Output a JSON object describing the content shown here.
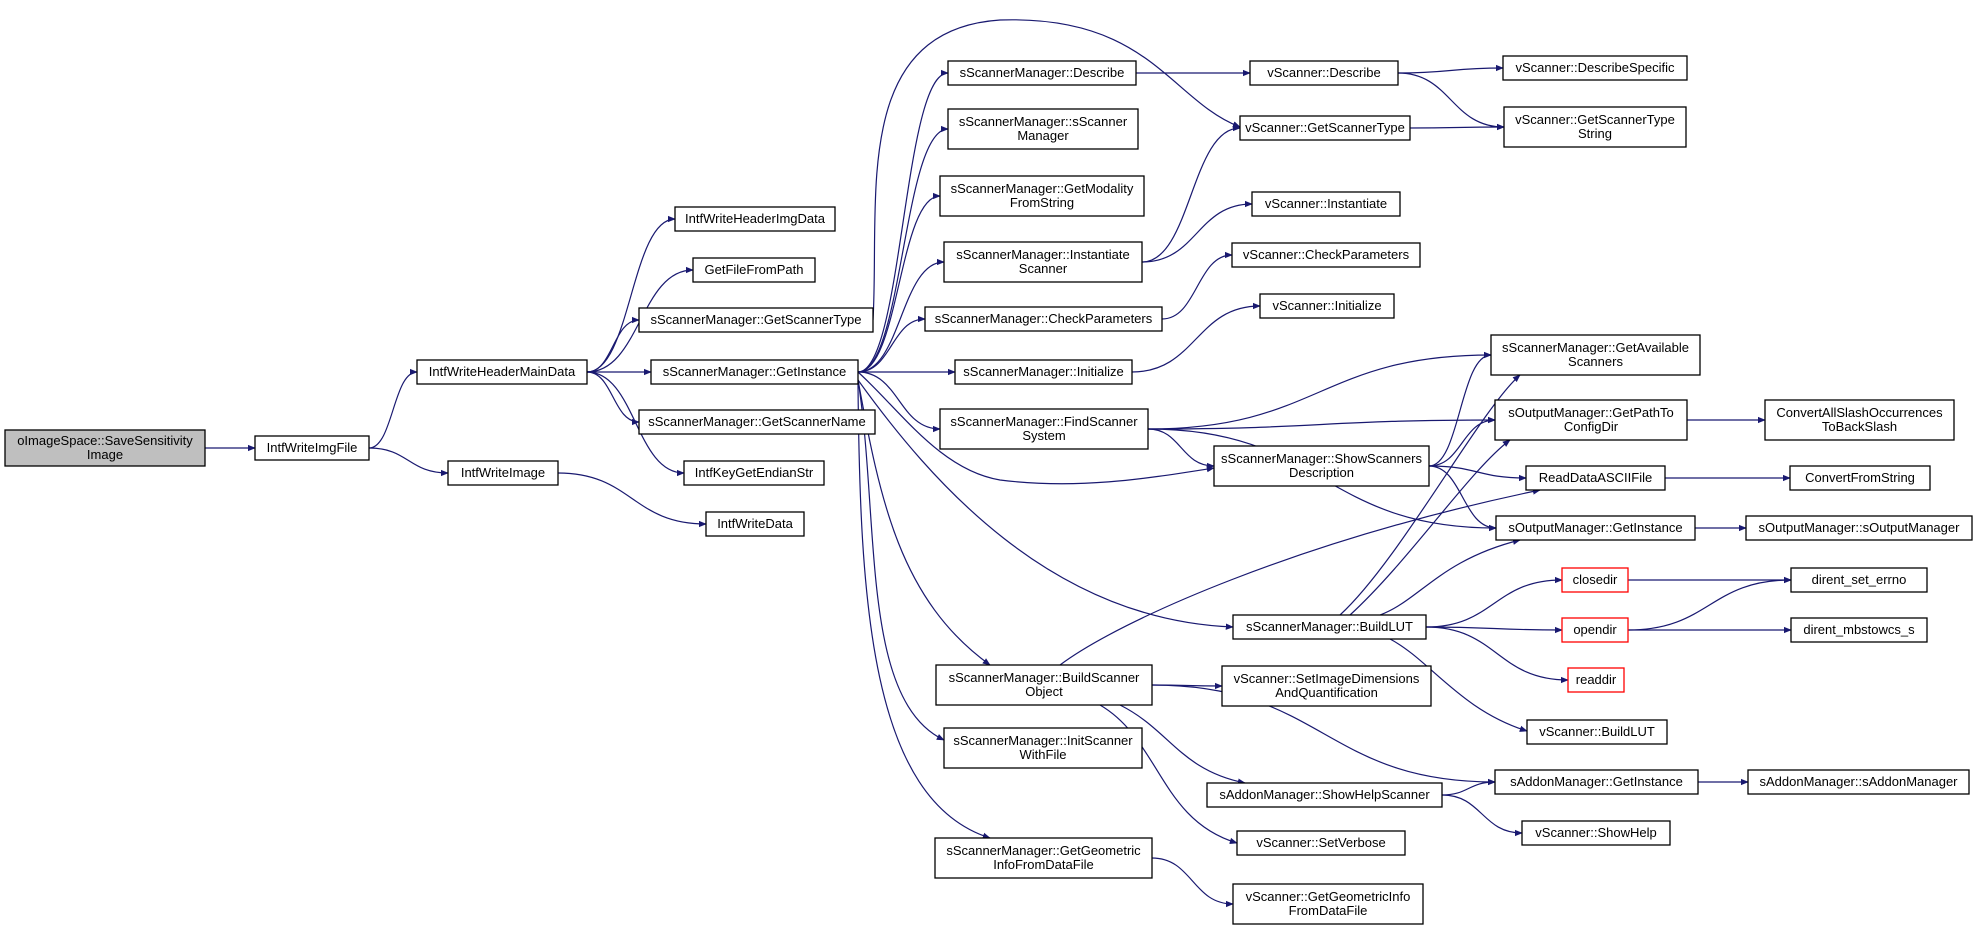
{
  "graph": {
    "colors": {
      "edge": "#191970",
      "node_border": "#000000",
      "node_fill": "#ffffff",
      "root_fill": "#bfbfbf",
      "truncated_border": "#ff0000"
    },
    "nodes": [
      {
        "id": "root",
        "lines": [
          "oImageSpace::SaveSensitivity",
          "Image"
        ],
        "style": "root"
      },
      {
        "id": "writeImgFile",
        "lines": [
          "IntfWriteImgFile"
        ]
      },
      {
        "id": "writeHeaderMain",
        "lines": [
          "IntfWriteHeaderMainData"
        ]
      },
      {
        "id": "writeImage",
        "lines": [
          "IntfWriteImage"
        ]
      },
      {
        "id": "writeHeaderImg",
        "lines": [
          "IntfWriteHeaderImgData"
        ]
      },
      {
        "id": "getFileFromPath",
        "lines": [
          "GetFileFromPath"
        ]
      },
      {
        "id": "sm_getScannerType",
        "lines": [
          "sScannerManager::GetScannerType"
        ]
      },
      {
        "id": "sm_getInstance",
        "lines": [
          "sScannerManager::GetInstance"
        ]
      },
      {
        "id": "sm_getScannerName",
        "lines": [
          "sScannerManager::GetScannerName"
        ]
      },
      {
        "id": "keyGetEndianStr",
        "lines": [
          "IntfKeyGetEndianStr"
        ]
      },
      {
        "id": "writeData",
        "lines": [
          "IntfWriteData"
        ]
      },
      {
        "id": "sm_describe",
        "lines": [
          "sScannerManager::Describe"
        ]
      },
      {
        "id": "sm_ctor",
        "lines": [
          "sScannerManager::sScanner",
          "Manager"
        ]
      },
      {
        "id": "sm_getModality",
        "lines": [
          "sScannerManager::GetModality",
          "FromString"
        ]
      },
      {
        "id": "sm_instScanner",
        "lines": [
          "sScannerManager::Instantiate",
          "Scanner"
        ]
      },
      {
        "id": "sm_checkParams",
        "lines": [
          "sScannerManager::CheckParameters"
        ]
      },
      {
        "id": "sm_initialize",
        "lines": [
          "sScannerManager::Initialize"
        ]
      },
      {
        "id": "sm_findScanner",
        "lines": [
          "sScannerManager::FindScanner",
          "System"
        ]
      },
      {
        "id": "sm_buildObj",
        "lines": [
          "sScannerManager::BuildScanner",
          "Object"
        ]
      },
      {
        "id": "sm_initWithFile",
        "lines": [
          "sScannerManager::InitScanner",
          "WithFile"
        ]
      },
      {
        "id": "sm_getGeom",
        "lines": [
          "sScannerManager::GetGeometric",
          "InfoFromDataFile"
        ]
      },
      {
        "id": "vs_describe",
        "lines": [
          "vScanner::Describe"
        ]
      },
      {
        "id": "vs_getScannerType",
        "lines": [
          "vScanner::GetScannerType"
        ]
      },
      {
        "id": "vs_instantiate",
        "lines": [
          "vScanner::Instantiate"
        ]
      },
      {
        "id": "vs_checkParams",
        "lines": [
          "vScanner::CheckParameters"
        ]
      },
      {
        "id": "vs_initialize",
        "lines": [
          "vScanner::Initialize"
        ]
      },
      {
        "id": "vs_describeSpecific",
        "lines": [
          "vScanner::DescribeSpecific"
        ]
      },
      {
        "id": "vs_getTypeString",
        "lines": [
          "vScanner::GetScannerType",
          "String"
        ]
      },
      {
        "id": "sm_getAvailable",
        "lines": [
          "sScannerManager::GetAvailable",
          "Scanners"
        ]
      },
      {
        "id": "om_getPath",
        "lines": [
          "sOutputManager::GetPathTo",
          "ConfigDir"
        ]
      },
      {
        "id": "sm_showDesc",
        "lines": [
          "sScannerManager::ShowScanners",
          "Description"
        ]
      },
      {
        "id": "readAscii",
        "lines": [
          "ReadDataASCIIFile"
        ]
      },
      {
        "id": "om_getInstance",
        "lines": [
          "sOutputManager::GetInstance"
        ]
      },
      {
        "id": "sm_buildLUT",
        "lines": [
          "sScannerManager::BuildLUT"
        ]
      },
      {
        "id": "convertSlash",
        "lines": [
          "ConvertAllSlashOccurrences",
          "ToBackSlash"
        ]
      },
      {
        "id": "convertFromString",
        "lines": [
          "ConvertFromString"
        ]
      },
      {
        "id": "om_ctor",
        "lines": [
          "sOutputManager::sOutputManager"
        ]
      },
      {
        "id": "closedir",
        "lines": [
          "closedir"
        ],
        "style": "truncated"
      },
      {
        "id": "opendir",
        "lines": [
          "opendir"
        ],
        "style": "truncated"
      },
      {
        "id": "readdir",
        "lines": [
          "readdir"
        ],
        "style": "truncated"
      },
      {
        "id": "direntErrno",
        "lines": [
          "dirent_set_errno"
        ]
      },
      {
        "id": "direntMbs",
        "lines": [
          "dirent_mbstowcs_s"
        ]
      },
      {
        "id": "vs_buildLUT",
        "lines": [
          "vScanner::BuildLUT"
        ]
      },
      {
        "id": "vs_setImgDims",
        "lines": [
          "vScanner::SetImageDimensions",
          "AndQuantification"
        ]
      },
      {
        "id": "am_getInstance",
        "lines": [
          "sAddonManager::GetInstance"
        ]
      },
      {
        "id": "am_ctor",
        "lines": [
          "sAddonManager::sAddonManager"
        ]
      },
      {
        "id": "am_showHelp",
        "lines": [
          "sAddonManager::ShowHelpScanner"
        ]
      },
      {
        "id": "vs_showHelp",
        "lines": [
          "vScanner::ShowHelp"
        ]
      },
      {
        "id": "vs_setVerbose",
        "lines": [
          "vScanner::SetVerbose"
        ]
      },
      {
        "id": "vs_getGeom",
        "lines": [
          "vScanner::GetGeometricInfo",
          "FromDataFile"
        ]
      }
    ],
    "edges": [
      [
        "root",
        "writeImgFile"
      ],
      [
        "writeImgFile",
        "writeHeaderMain"
      ],
      [
        "writeImgFile",
        "writeImage"
      ],
      [
        "writeHeaderMain",
        "writeHeaderImg"
      ],
      [
        "writeHeaderMain",
        "getFileFromPath"
      ],
      [
        "writeHeaderMain",
        "sm_getScannerType"
      ],
      [
        "writeHeaderMain",
        "sm_getInstance"
      ],
      [
        "writeHeaderMain",
        "sm_getScannerName"
      ],
      [
        "writeHeaderMain",
        "keyGetEndianStr"
      ],
      [
        "writeImage",
        "writeData"
      ],
      [
        "sm_getScannerType",
        "vs_getScannerType"
      ],
      [
        "sm_getInstance",
        "sm_describe"
      ],
      [
        "sm_getInstance",
        "sm_ctor"
      ],
      [
        "sm_getInstance",
        "sm_getModality"
      ],
      [
        "sm_getInstance",
        "sm_instScanner"
      ],
      [
        "sm_getInstance",
        "sm_checkParams"
      ],
      [
        "sm_getInstance",
        "sm_initialize"
      ],
      [
        "sm_getInstance",
        "sm_findScanner"
      ],
      [
        "sm_getInstance",
        "sm_showDesc"
      ],
      [
        "sm_getInstance",
        "sm_buildLUT"
      ],
      [
        "sm_getInstance",
        "sm_buildObj"
      ],
      [
        "sm_getInstance",
        "sm_initWithFile"
      ],
      [
        "sm_getInstance",
        "sm_getGeom"
      ],
      [
        "sm_describe",
        "vs_describe"
      ],
      [
        "vs_describe",
        "vs_describeSpecific"
      ],
      [
        "vs_describe",
        "vs_getTypeString"
      ],
      [
        "vs_getScannerType",
        "vs_getTypeString"
      ],
      [
        "sm_instScanner",
        "vs_getScannerType"
      ],
      [
        "sm_instScanner",
        "vs_instantiate"
      ],
      [
        "sm_checkParams",
        "vs_checkParams"
      ],
      [
        "sm_initialize",
        "vs_initialize"
      ],
      [
        "sm_findScanner",
        "sm_getAvailable"
      ],
      [
        "sm_findScanner",
        "om_getPath"
      ],
      [
        "sm_findScanner",
        "sm_showDesc"
      ],
      [
        "sm_findScanner",
        "om_getInstance"
      ],
      [
        "sm_showDesc",
        "sm_getAvailable"
      ],
      [
        "sm_showDesc",
        "om_getPath"
      ],
      [
        "sm_showDesc",
        "readAscii"
      ],
      [
        "sm_showDesc",
        "om_getInstance"
      ],
      [
        "om_getPath",
        "convertSlash"
      ],
      [
        "readAscii",
        "convertFromString"
      ],
      [
        "om_getInstance",
        "om_ctor"
      ],
      [
        "sm_buildLUT",
        "sm_getAvailable"
      ],
      [
        "sm_buildLUT",
        "om_getPath"
      ],
      [
        "sm_buildLUT",
        "om_getInstance"
      ],
      [
        "sm_buildLUT",
        "closedir"
      ],
      [
        "sm_buildLUT",
        "opendir"
      ],
      [
        "sm_buildLUT",
        "readdir"
      ],
      [
        "sm_buildLUT",
        "vs_buildLUT"
      ],
      [
        "closedir",
        "direntErrno"
      ],
      [
        "opendir",
        "direntErrno"
      ],
      [
        "opendir",
        "direntMbs"
      ],
      [
        "sm_buildObj",
        "readAscii"
      ],
      [
        "sm_buildObj",
        "vs_setImgDims"
      ],
      [
        "sm_buildObj",
        "am_getInstance"
      ],
      [
        "sm_buildObj",
        "am_showHelp"
      ],
      [
        "sm_buildObj",
        "vs_setVerbose"
      ],
      [
        "am_showHelp",
        "am_getInstance"
      ],
      [
        "am_showHelp",
        "vs_showHelp"
      ],
      [
        "am_getInstance",
        "am_ctor"
      ],
      [
        "sm_getGeom",
        "vs_getGeom"
      ]
    ]
  }
}
